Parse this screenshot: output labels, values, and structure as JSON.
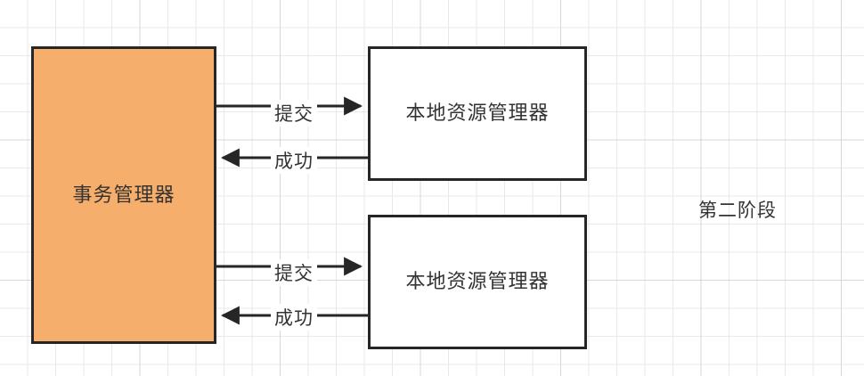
{
  "diagram": {
    "title_label": "第二阶段",
    "nodes": [
      {
        "id": "transaction-manager",
        "label": "事务管理器",
        "fill": "#f5ae6b",
        "stroke": "#262626"
      },
      {
        "id": "local-resource-manager-1",
        "label": "本地资源管理器",
        "fill": "#ffffff",
        "stroke": "#262626"
      },
      {
        "id": "local-resource-manager-2",
        "label": "本地资源管理器",
        "fill": "#ffffff",
        "stroke": "#262626"
      }
    ],
    "edges": [
      {
        "id": "commit-1",
        "label": "提交",
        "from": "transaction-manager",
        "to": "local-resource-manager-1",
        "direction": "right"
      },
      {
        "id": "success-1",
        "label": "成功",
        "from": "local-resource-manager-1",
        "to": "transaction-manager",
        "direction": "left"
      },
      {
        "id": "commit-2",
        "label": "提交",
        "from": "transaction-manager",
        "to": "local-resource-manager-2",
        "direction": "right"
      },
      {
        "id": "success-2",
        "label": "成功",
        "from": "local-resource-manager-2",
        "to": "transaction-manager",
        "direction": "left"
      }
    ],
    "colors": {
      "line": "#262626",
      "text": "#333333",
      "grid_minor": "#e5e5e5",
      "grid_major": "#c8c8c8",
      "background": "#ffffff"
    }
  }
}
